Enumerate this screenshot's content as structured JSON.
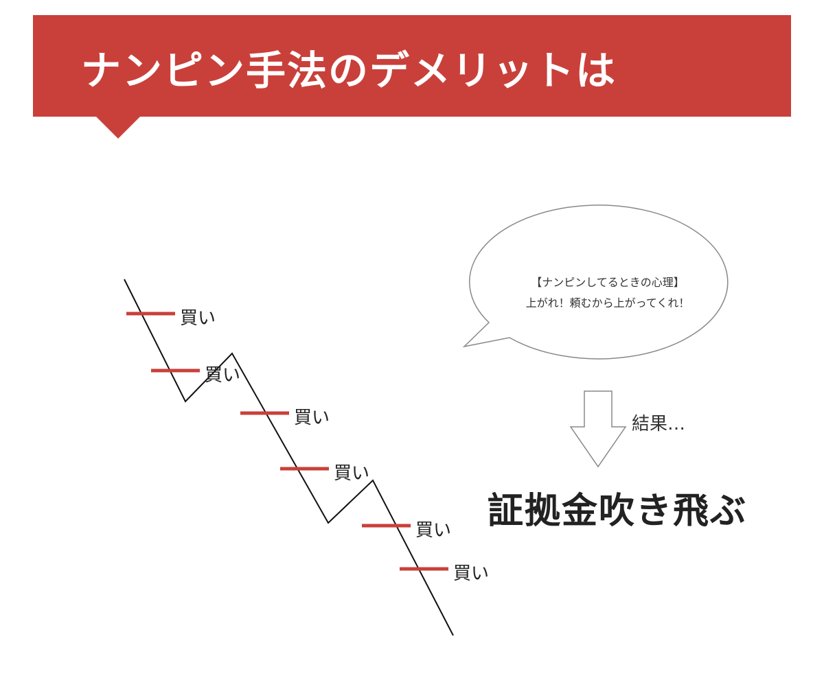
{
  "header": {
    "title": "ナンピン手法のデメリットは",
    "color": "#c9403a"
  },
  "chart": {
    "buy_label": "買い",
    "buy_mark_color": "#c9403a",
    "buy_count": 6
  },
  "bubble": {
    "line1": "【ナンピンしてるときの心理】",
    "line2": "上がれ！頼むから上がってくれ！"
  },
  "result": {
    "label": "結果…",
    "conclusion": "証拠金吹き飛ぶ"
  }
}
